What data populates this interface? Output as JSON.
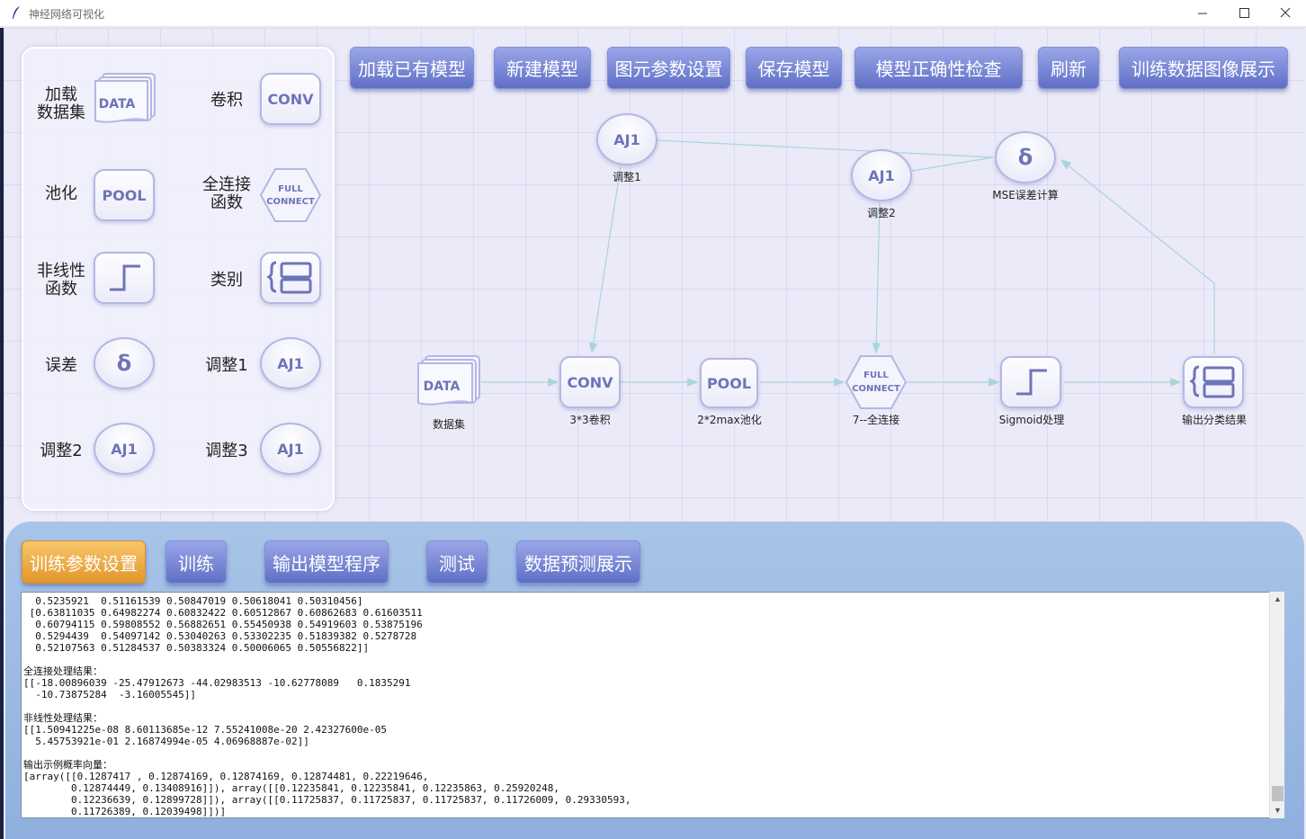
{
  "window": {
    "title": "神经网络可视化"
  },
  "palette": {
    "items": [
      {
        "label": "加载\n数据集",
        "glyph": "DATA"
      },
      {
        "label": "卷积",
        "glyph": "CONV"
      },
      {
        "label": "池化",
        "glyph": "POOL"
      },
      {
        "label": "全连接\n函数",
        "glyph": "FULL\nCONNECT"
      },
      {
        "label": "非线性\n函数",
        "glyph": "step-icon"
      },
      {
        "label": "类别",
        "glyph": "category-icon"
      },
      {
        "label": "误差",
        "glyph": "δ"
      },
      {
        "label": "调整1",
        "glyph": "AJ1"
      },
      {
        "label": "调整2",
        "glyph": "AJ1"
      },
      {
        "label": "调整3",
        "glyph": "AJ1"
      }
    ]
  },
  "toolbar": {
    "load_model": "加载已有模型",
    "new_model": "新建模型",
    "node_params": "图元参数设置",
    "save_model": "保存模型",
    "check_model": "模型正确性检查",
    "refresh": "刷新",
    "train_images": "训练数据图像展示"
  },
  "canvas": {
    "nodes": {
      "dataset": {
        "glyph": "DATA",
        "caption": "数据集"
      },
      "conv": {
        "glyph": "CONV",
        "caption": "3*3卷积"
      },
      "pool": {
        "glyph": "POOL",
        "caption": "2*2max池化"
      },
      "fc": {
        "glyph": "FULL\nCONNECT",
        "caption": "7--全连接"
      },
      "sigmoid": {
        "caption": "Sigmoid处理"
      },
      "output": {
        "caption": "输出分类结果"
      },
      "adj1": {
        "glyph": "AJ1",
        "caption": "调整1"
      },
      "adj2": {
        "glyph": "AJ1",
        "caption": "调整2"
      },
      "mse": {
        "glyph": "δ",
        "caption": "MSE误差计算"
      }
    }
  },
  "bottom": {
    "train_params": "训练参数设置",
    "train": "训练",
    "export_program": "输出模型程序",
    "test": "测试",
    "predict_show": "数据预测展示"
  },
  "console": {
    "lines": [
      "  0.5235921  0.51161539 0.50847019 0.50618041 0.50310456]",
      " [0.63811035 0.64982274 0.60832422 0.60512867 0.60862683 0.61603511",
      "  0.60794115 0.59808552 0.56882651 0.55450938 0.54919603 0.53875196",
      "  0.5294439  0.54097142 0.53040263 0.53302235 0.51839382 0.5278728",
      "  0.52107563 0.51284537 0.50383324 0.50006065 0.50556822]]",
      "",
      "全连接处理结果：",
      "[[-18.00896039 -25.47912673 -44.02983513 -10.62778089   0.1835291",
      "  -10.73875284  -3.16005545]]",
      "",
      "非线性处理结果：",
      "[[1.50941225e-08 8.60113685e-12 7.55241008e-20 2.42327600e-05",
      "  5.45753921e-01 2.16874994e-05 4.06968887e-02]]",
      "",
      "输出示例概率向量：",
      "[array([[0.1287417 , 0.12874169, 0.12874169, 0.12874481, 0.22219646,",
      "        0.12874449, 0.13408916]]), array([[0.12235841, 0.12235841, 0.12235863, 0.25920248,",
      "        0.12236639, 0.12899728]]), array([[0.11725837, 0.11725837, 0.11725837, 0.11726009, 0.29330593,",
      "        0.11726389, 0.12039498]])]"
    ]
  },
  "colors": {
    "accent": "#6474c8",
    "active": "#e9a13a",
    "node_border": "#b3b7e3",
    "link": "#a9d4dc"
  }
}
